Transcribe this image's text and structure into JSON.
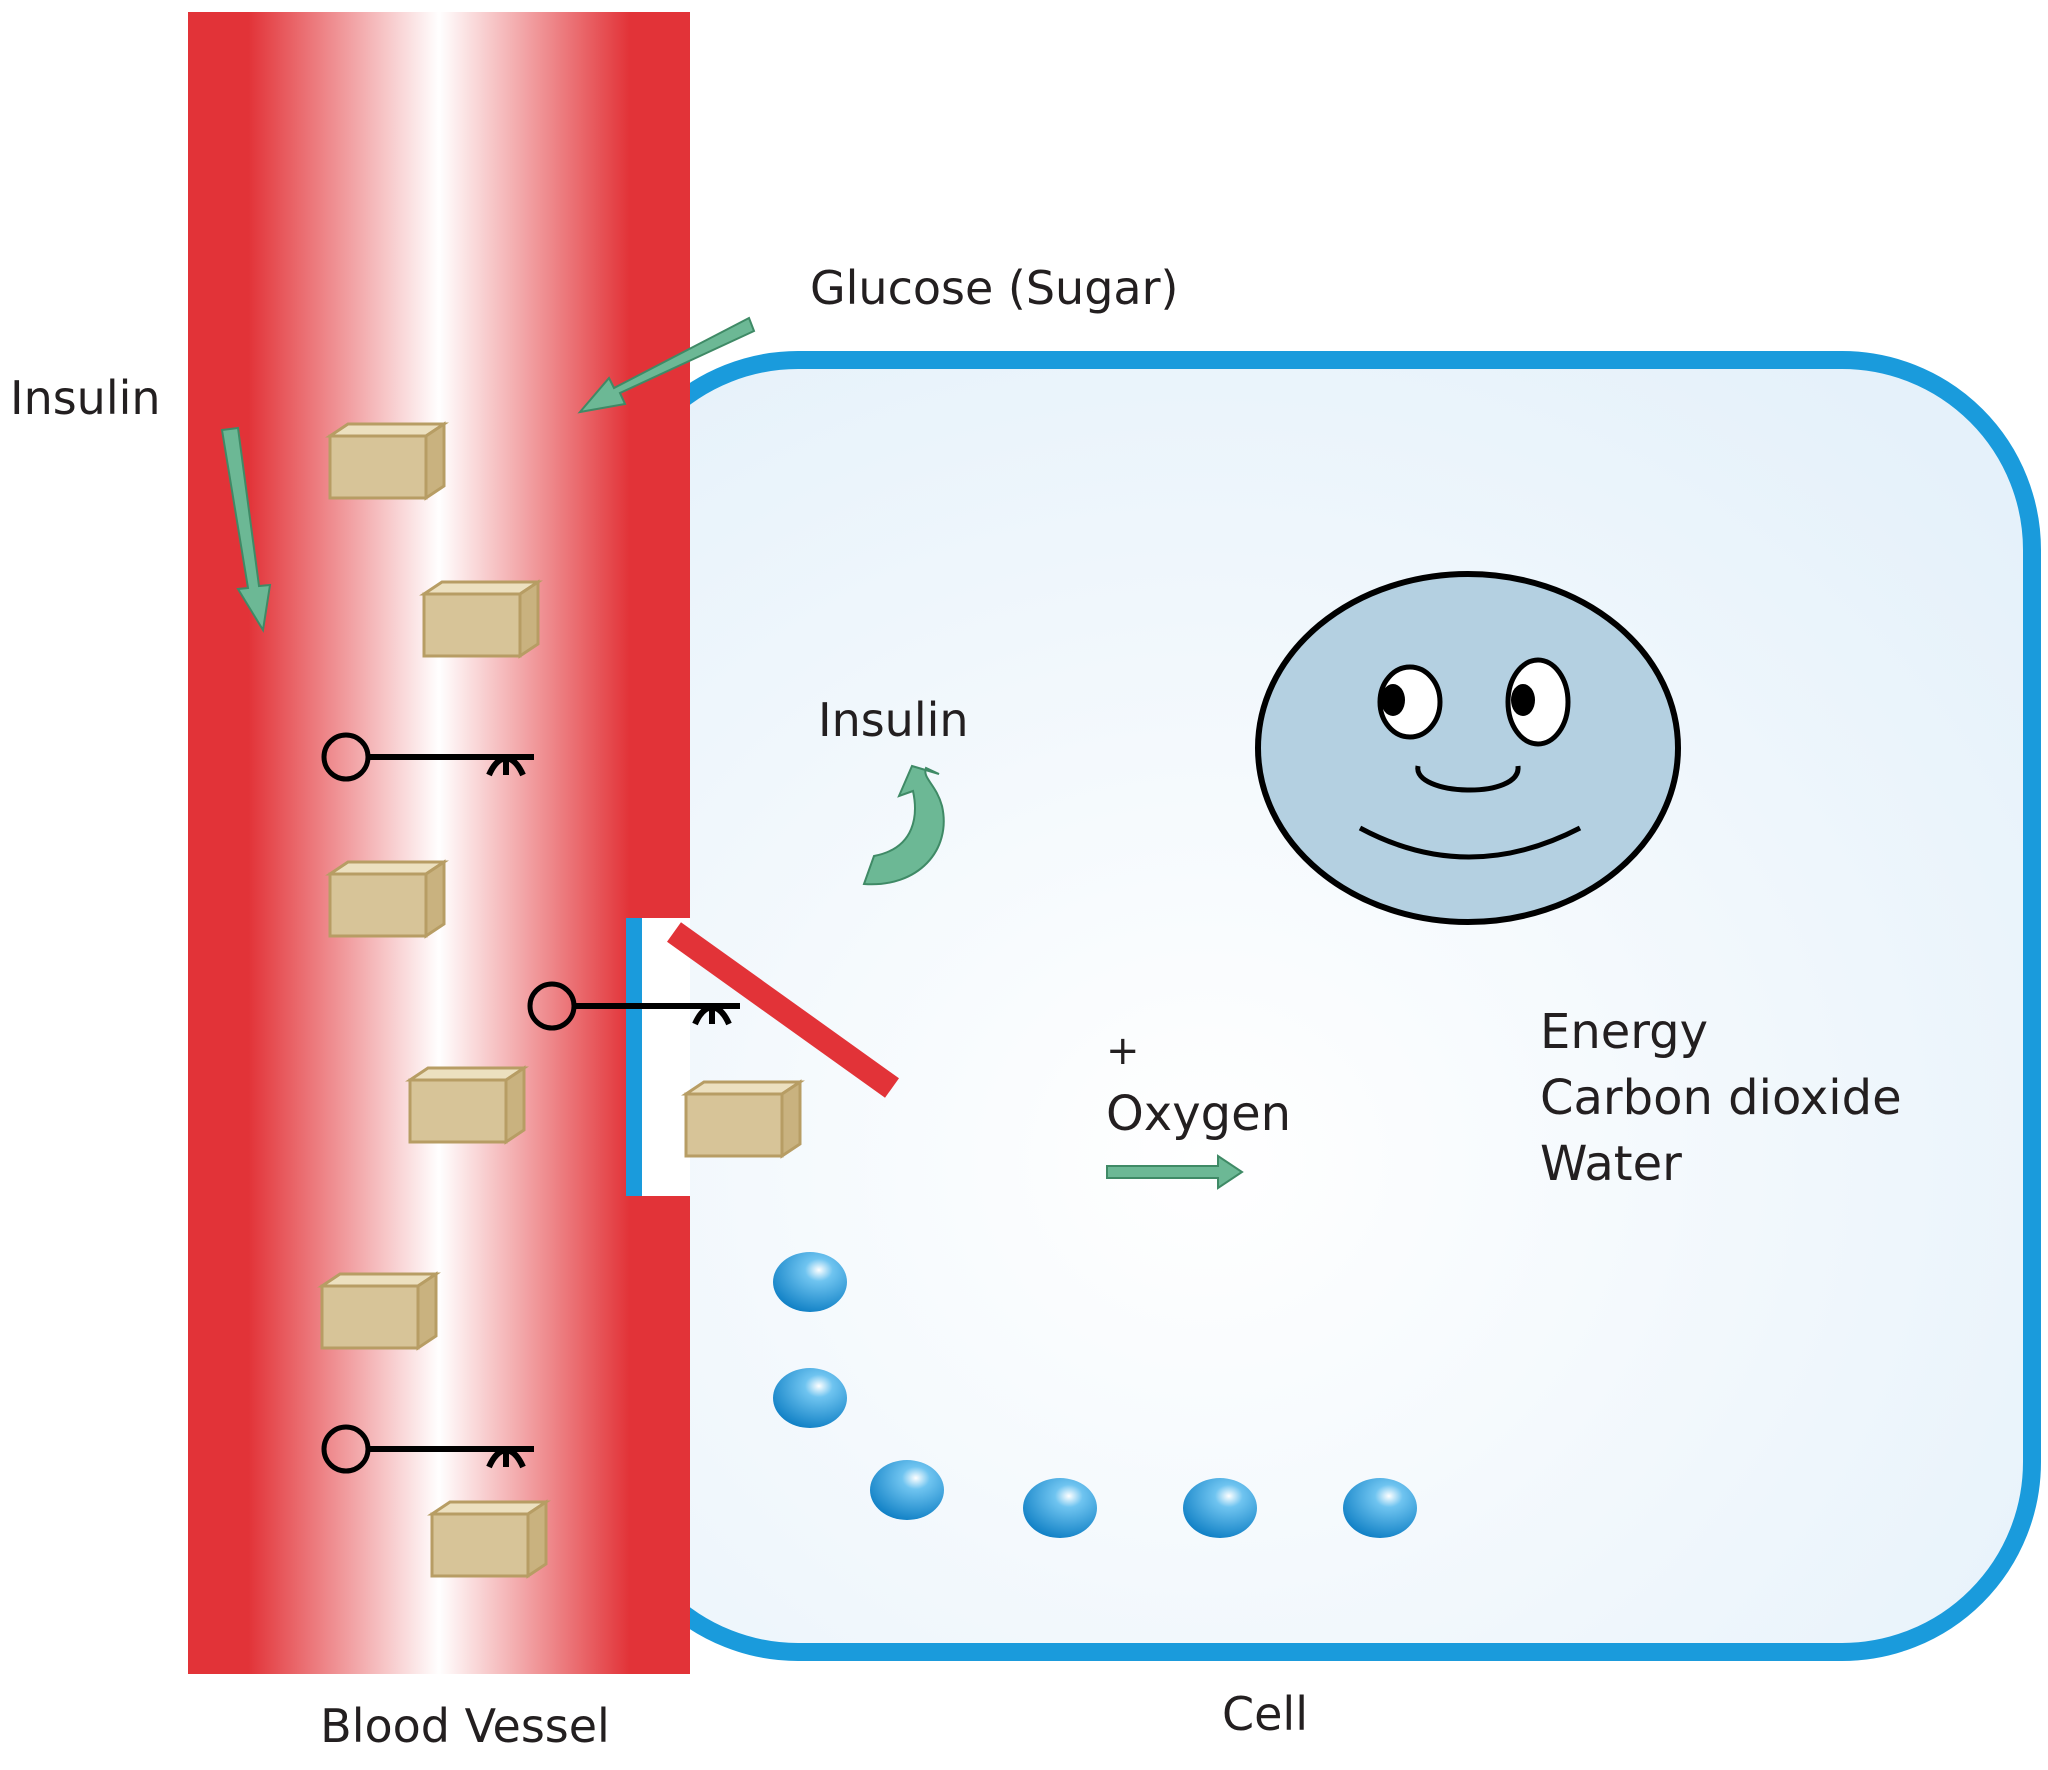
{
  "labels": {
    "blood_vessel": "Blood Vessel",
    "cell": "Cell",
    "insulin_outside": "Insulin",
    "insulin_inside": "Insulin",
    "glucose": "Glucose (Sugar)",
    "plus": "+",
    "oxygen": "Oxygen",
    "products": [
      "Energy",
      "Carbon dioxide",
      "Water"
    ]
  },
  "colors": {
    "vessel_red": "#e23338",
    "cell_membrane_blue": "#1a9bdc",
    "cell_fill": "#eef6fc",
    "arrow_green": "#6cb895",
    "nucleus_fill": "#b4d0e1",
    "sugar_cube": "#d7c498"
  },
  "icons": {
    "sugar_cube": "sugar-cube-icon",
    "insulin_key": "insulin-key-icon",
    "water_droplet": "water-droplet-icon",
    "smiley_nucleus": "smiley-face-icon"
  }
}
